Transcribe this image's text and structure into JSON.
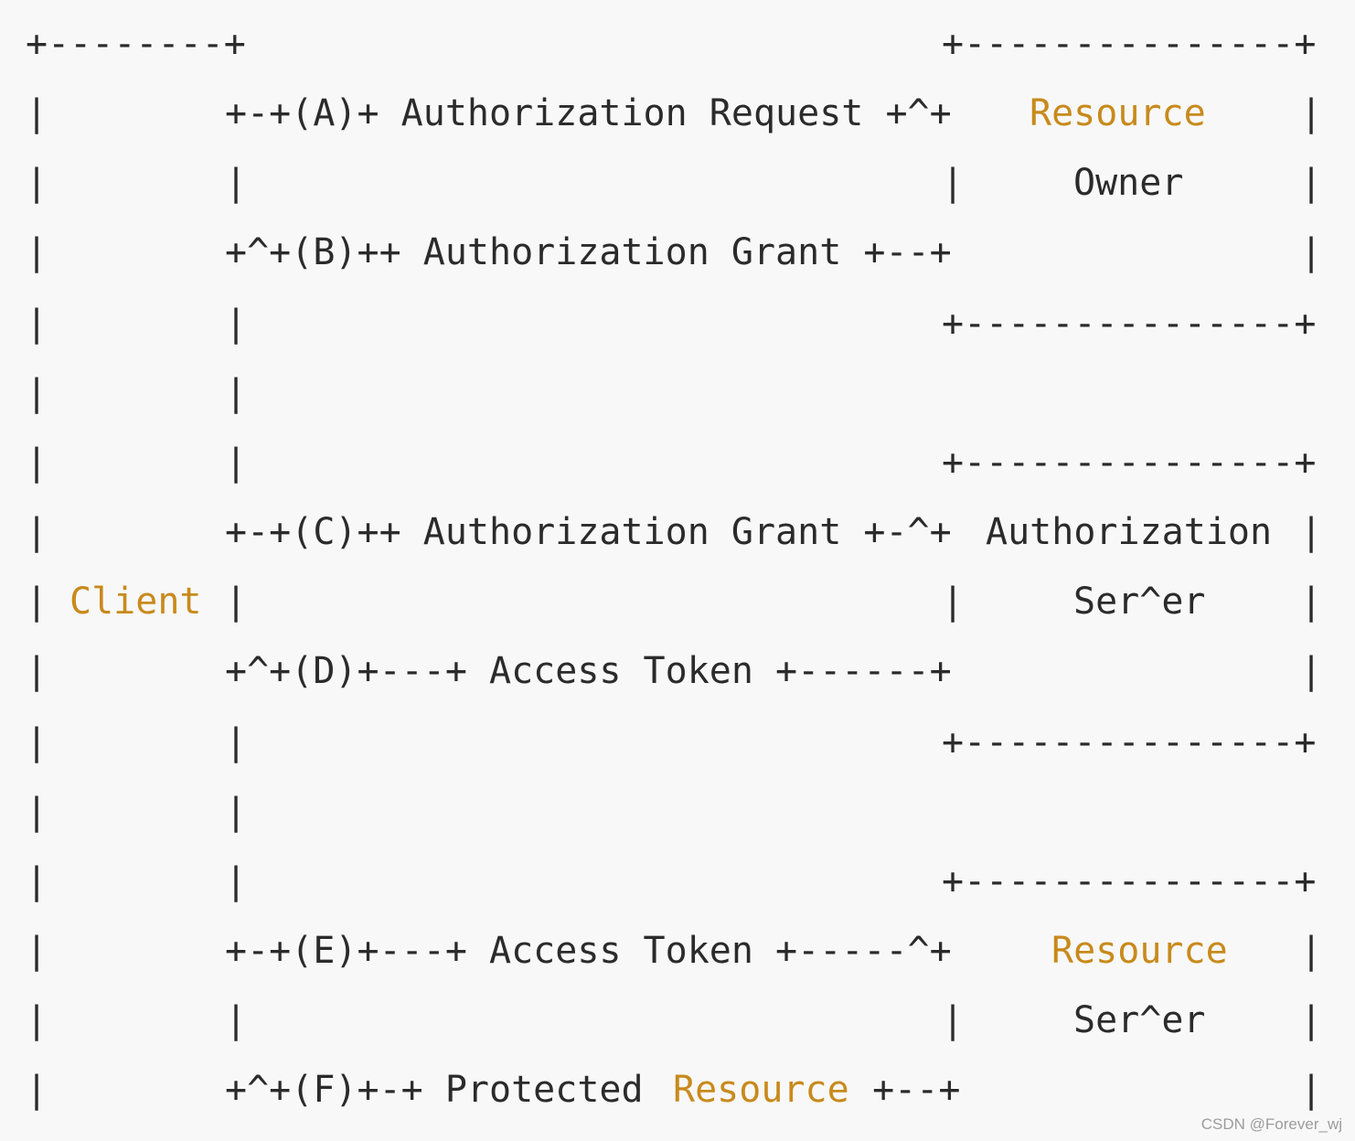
{
  "diagram": {
    "lines": [
      [
        {
          "t": "+--------+"
        },
        {
          "t": "+---------------+"
        }
      ],
      [
        {
          "t": "|"
        },
        {
          "t": "+-+(A)+ Authorization Request +^+"
        },
        {
          "t": "Resource",
          "hl": true
        },
        {
          "t": "|"
        }
      ],
      [
        {
          "t": "|"
        },
        {
          "t": "|"
        },
        {
          "t": "|"
        },
        {
          "t": "Owner"
        },
        {
          "t": "|"
        }
      ],
      [
        {
          "t": "|"
        },
        {
          "t": "+^+(B)++ Authorization Grant +--+"
        },
        {
          "t": "|"
        }
      ],
      [
        {
          "t": "|"
        },
        {
          "t": "|"
        },
        {
          "t": "+---------------+"
        }
      ],
      [
        {
          "t": "|"
        },
        {
          "t": "|"
        }
      ],
      [
        {
          "t": "|"
        },
        {
          "t": "|"
        },
        {
          "t": "+---------------+"
        }
      ],
      [
        {
          "t": "|"
        },
        {
          "t": "+-+(C)++ Authorization Grant +-^+"
        },
        {
          "t": "Authorization"
        },
        {
          "t": "|"
        }
      ],
      [
        {
          "t": "|"
        },
        {
          "t": "Client",
          "hl": true
        },
        {
          "t": "|"
        },
        {
          "t": "|"
        },
        {
          "t": "Ser^er"
        },
        {
          "t": "|"
        }
      ],
      [
        {
          "t": "|"
        },
        {
          "t": "+^+(D)+---+ Access Token +------+"
        },
        {
          "t": "|"
        }
      ],
      [
        {
          "t": "|"
        },
        {
          "t": "|"
        },
        {
          "t": "+---------------+"
        }
      ],
      [
        {
          "t": "|"
        },
        {
          "t": "|"
        }
      ],
      [
        {
          "t": "|"
        },
        {
          "t": "|"
        },
        {
          "t": "+---------------+"
        }
      ],
      [
        {
          "t": "|"
        },
        {
          "t": "+-+(E)+---+ Access Token +-----^+"
        },
        {
          "t": "Resource",
          "hl": true
        },
        {
          "t": "|"
        }
      ],
      [
        {
          "t": "|"
        },
        {
          "t": "|"
        },
        {
          "t": "|"
        },
        {
          "t": "Ser^er"
        },
        {
          "t": "|"
        }
      ],
      [
        {
          "t": "|"
        },
        {
          "t": "+^+(F)+-+ Protected "
        },
        {
          "t": "Resource",
          "hl": true
        },
        {
          "t": " +--+"
        },
        {
          "t": "|"
        }
      ]
    ]
  },
  "watermark": "CSDN @Forever_wj",
  "colors": {
    "background": "#f8f8f8",
    "text": "#2b2b2b",
    "highlight": "#c88a1c"
  }
}
